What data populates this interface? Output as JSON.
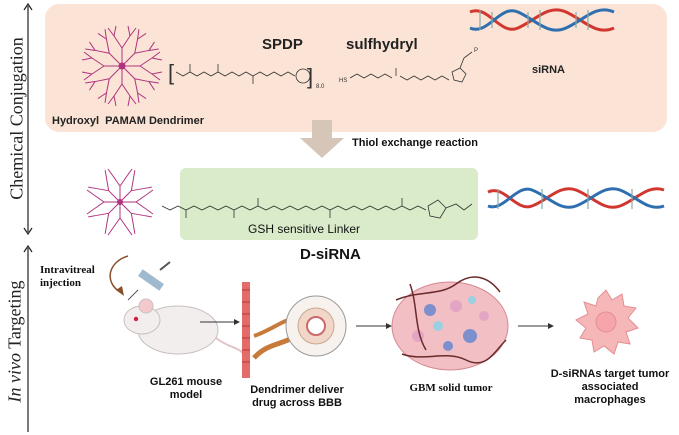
{
  "side_labels": {
    "top": "Chemical Conjugation",
    "bottom_italic": "In vivo",
    "bottom_rest": " Targeting"
  },
  "top_panel": {
    "spdp": "SPDP",
    "sulfhydryl": "sulfhydryl",
    "sirna": "siRNA",
    "dendrimer": "Hydroxyl  PAMAM Dendrimer",
    "reaction": "Thiol exchange reaction"
  },
  "conjugate": {
    "linker": "GSH sensitive Linker",
    "product": "D-siRNA"
  },
  "steps": {
    "injection": "Intravitreal injection",
    "mouse": "GL261 mouse model",
    "deliver": "Dendrimer deliver drug across BBB",
    "tumor": "GBM solid tumor",
    "target": "D-siRNAs target tumor associated macrophages"
  },
  "colors": {
    "panel_bg": "#fbe4d6",
    "linker_bg": "#d9ebc8",
    "dendrimer": "#b0337f",
    "dna_red": "#d1372e",
    "dna_blue": "#2f6fb0",
    "arrow": "#d6c6b8"
  }
}
